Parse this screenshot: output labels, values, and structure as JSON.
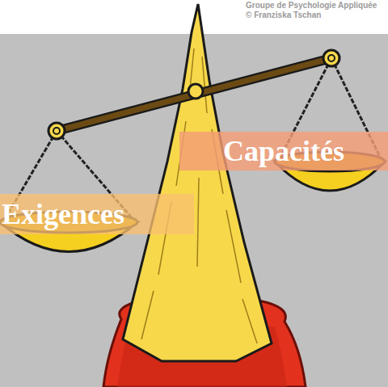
{
  "diagram": {
    "nodes": [
      {
        "text": [
          "Capacités"
        ]
      },
      {
        "text": [
          "Exigences"
        ]
      }
    ],
    "labels": [
      "Groupe de Psychologie Appliquée",
      "© Franziska Tschan"
    ]
  }
}
